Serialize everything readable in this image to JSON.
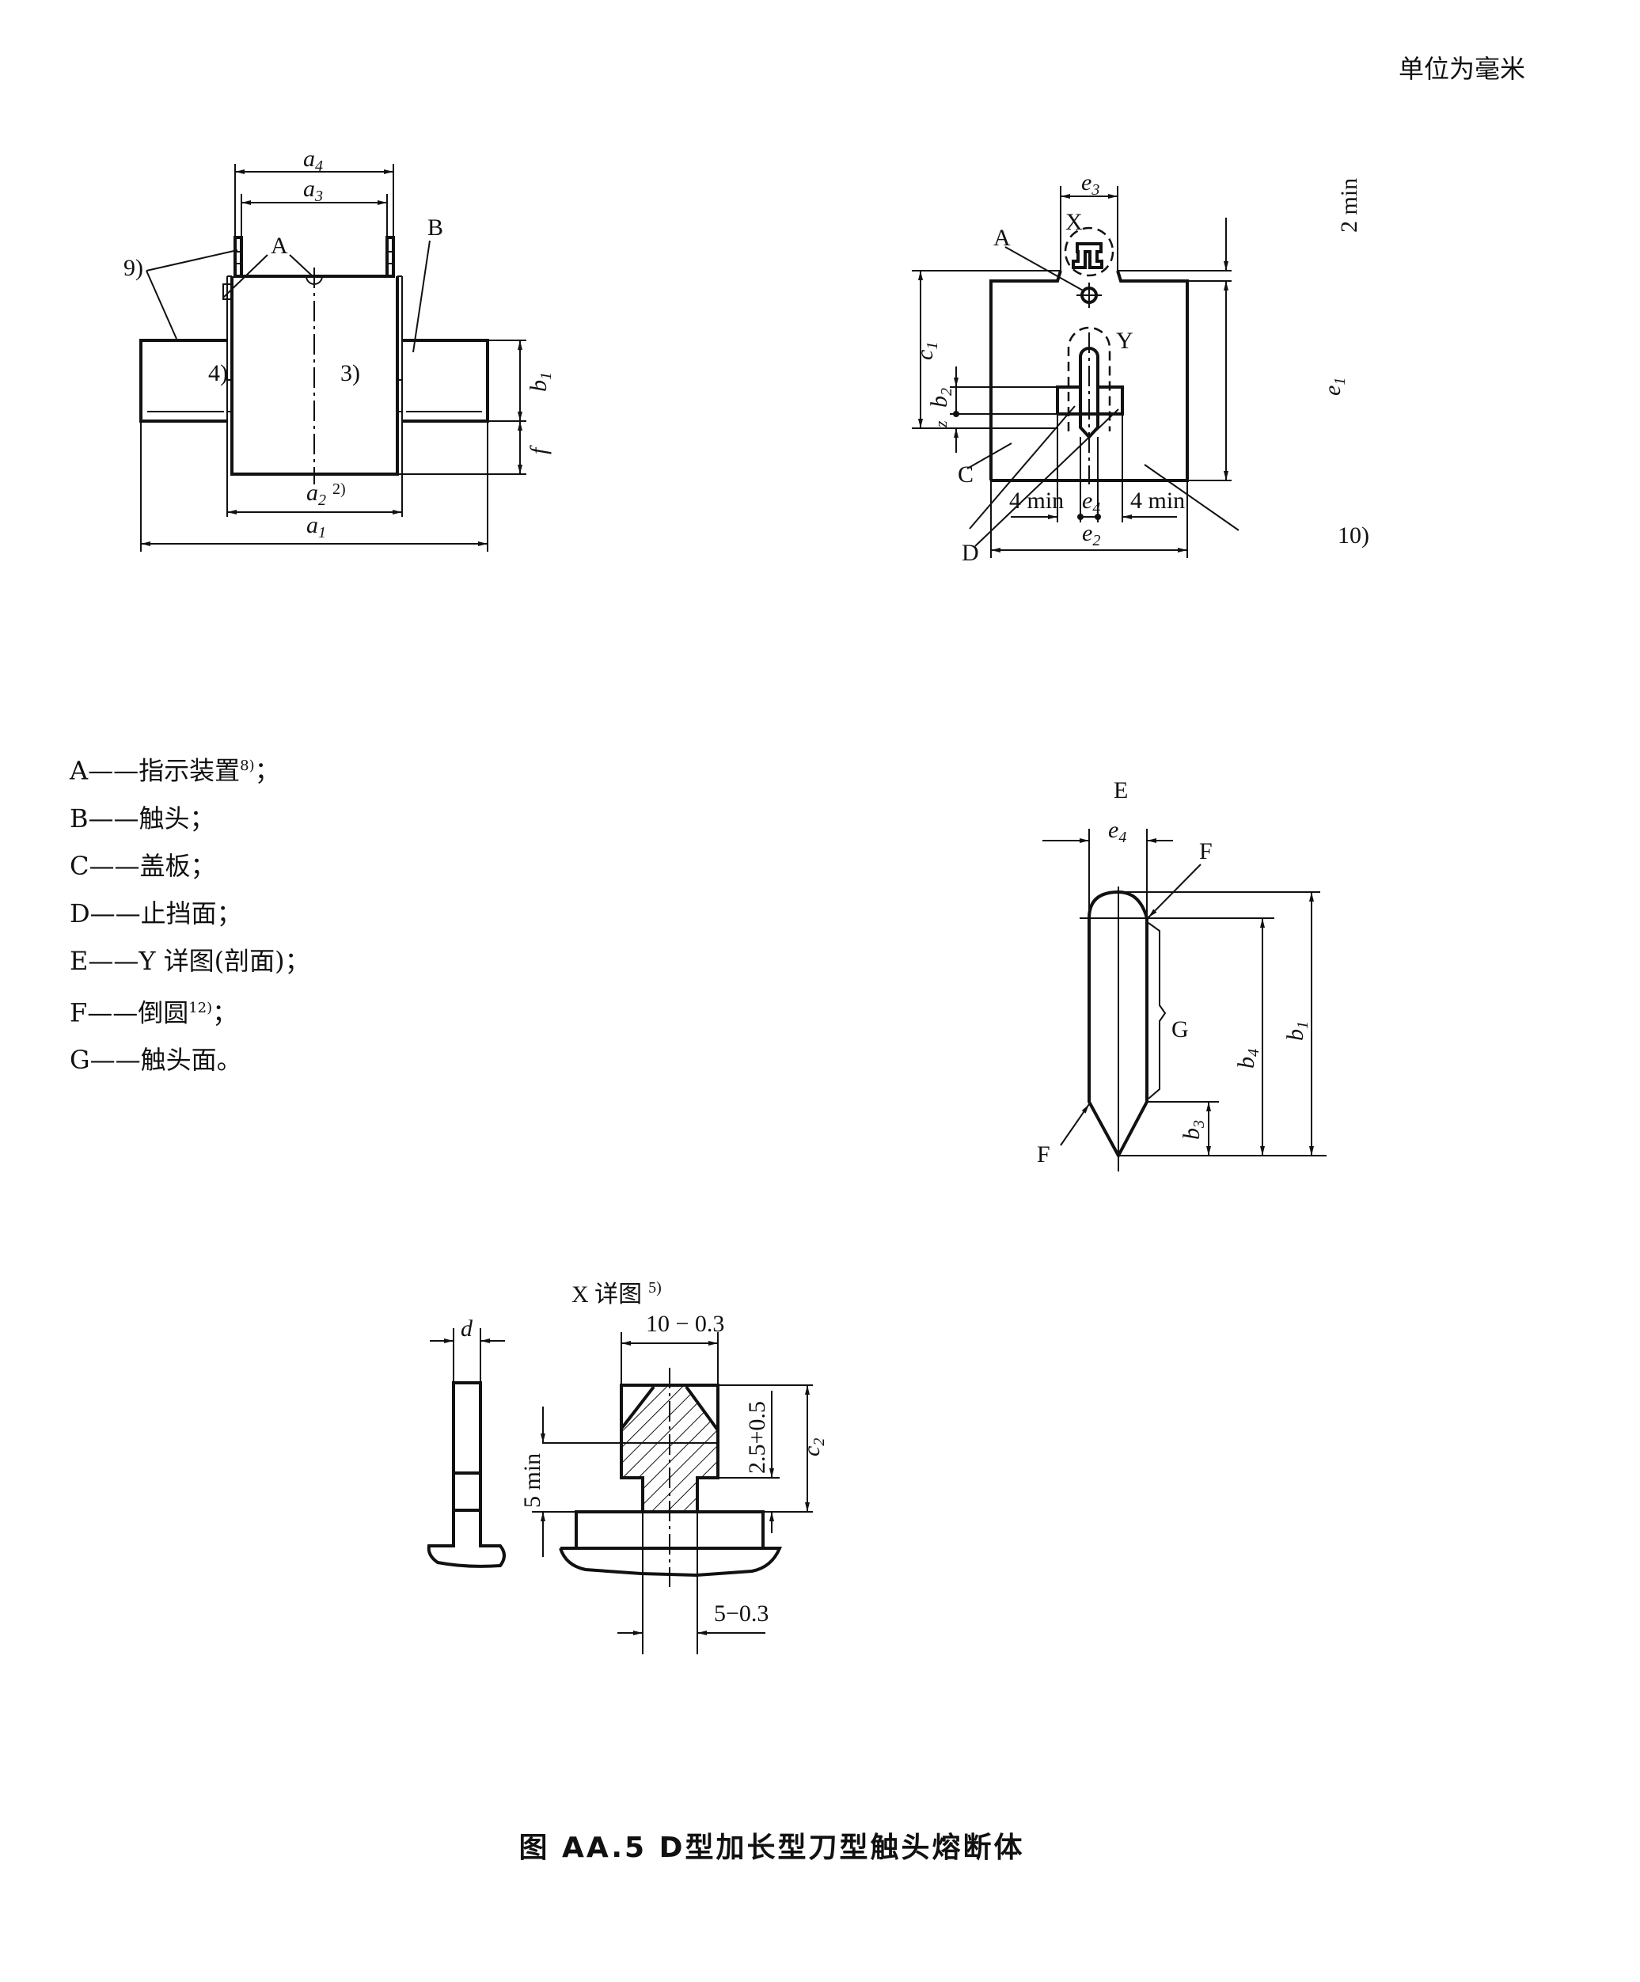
{
  "header": {
    "unit_note": "单位为毫米"
  },
  "caption": "图 AA.5   D型加长型刀型触头熔断体",
  "legend": [
    {
      "key": "A",
      "sep": "——",
      "text": "指示装置",
      "note": "8)",
      "end": "；"
    },
    {
      "key": "B",
      "sep": "——",
      "text": "触头",
      "note": "",
      "end": "；"
    },
    {
      "key": "C",
      "sep": "——",
      "text": "盖板",
      "note": "",
      "end": "；"
    },
    {
      "key": "D",
      "sep": "——",
      "text": "止挡面",
      "note": "",
      "end": "；"
    },
    {
      "key": "E",
      "sep": "——",
      "text": "Y 详图(剖面)",
      "note": "",
      "end": "；"
    },
    {
      "key": "F",
      "sep": "——",
      "text": "倒圆",
      "note": "12)",
      "end": "；"
    },
    {
      "key": "G",
      "sep": "——",
      "text": "触头面",
      "note": "",
      "end": "。"
    }
  ],
  "front_view": {
    "a4": "a",
    "a4_sub": "4",
    "a3": "a",
    "a3_sub": "3",
    "a2": "a",
    "a2_sub": "2",
    "a2_note": "2)",
    "a1": "a",
    "a1_sub": "1",
    "b1": "b",
    "b1_sub": "1",
    "f": "f",
    "note9": "9)",
    "note4": "4)",
    "note3": "3)",
    "A": "A",
    "B": "B"
  },
  "side_view": {
    "e3": "e",
    "e3_sub": "3",
    "X": "X",
    "A": "A",
    "two_min": "2 min",
    "c1": "c",
    "c1_sub": "1",
    "Y": "Y",
    "b2": "b",
    "b2_sub": "2",
    "z": "z",
    "C": "C",
    "D": "D",
    "e1": "e",
    "e1_sub": "1",
    "four_min_left": "4 min",
    "e4": "e",
    "e4_sub": "4",
    "four_min_right": "4 min",
    "e2": "e",
    "e2_sub": "2",
    "note10": "10)"
  },
  "detail_e": {
    "E": "E",
    "e4": "e",
    "e4_sub": "4",
    "F_top": "F",
    "G": "G",
    "b4": "b",
    "b4_sub": "4",
    "b1": "b",
    "b1_sub": "1",
    "b3": "b",
    "b3_sub": "3",
    "F_bottom": "F"
  },
  "detail_x": {
    "title": "X 详图",
    "title_note": "5)",
    "d": "d",
    "width": "10 − 0.3",
    "height": "2.5+0.5",
    "c2": "c",
    "c2_sub": "2",
    "five_min": "5 min",
    "neck": "5−0.3"
  }
}
